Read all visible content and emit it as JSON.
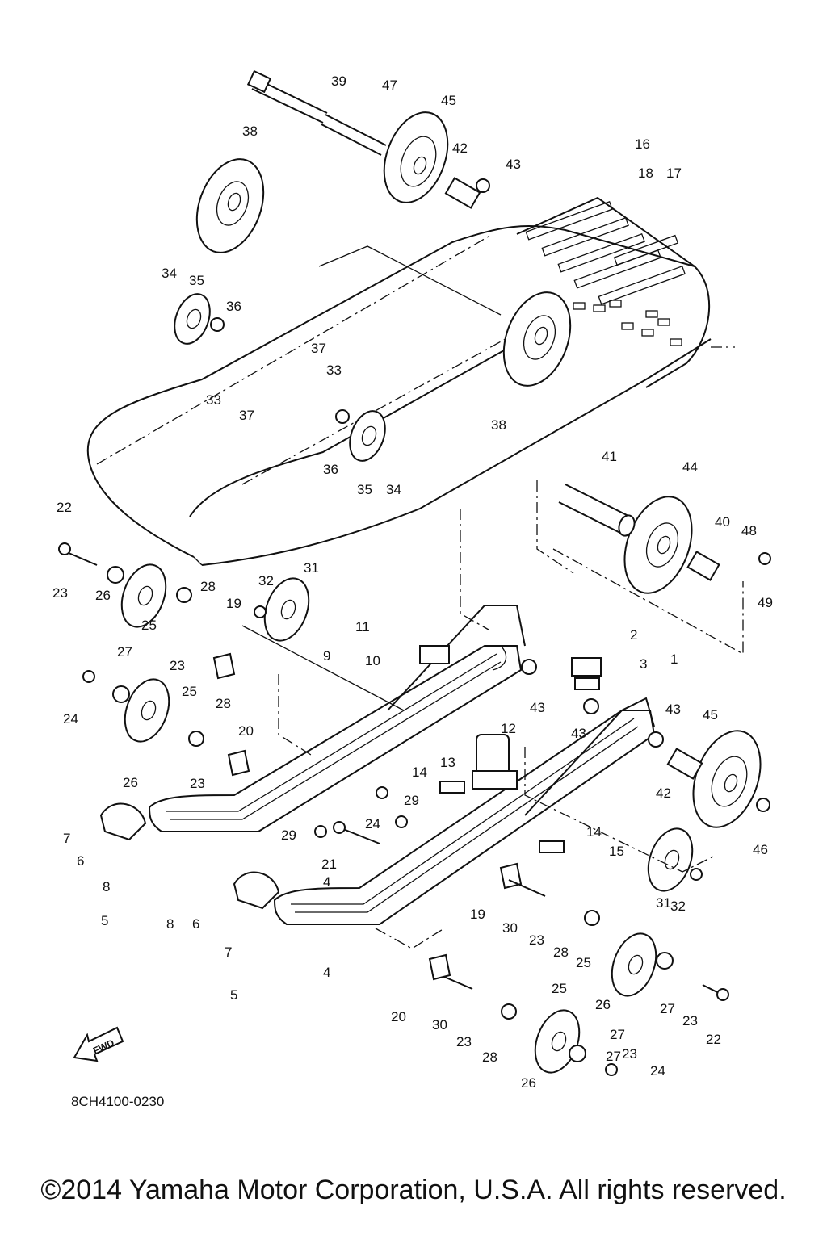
{
  "diagram": {
    "drawing_code": "8CH4100-0230",
    "fwd_label": "FWD",
    "copyright": "©2014 Yamaha Motor Corporation, U.S.A. All rights reserved.",
    "callouts": [
      "1",
      "2",
      "3",
      "4",
      "4",
      "5",
      "5",
      "6",
      "6",
      "7",
      "7",
      "8",
      "8",
      "9",
      "10",
      "11",
      "12",
      "13",
      "14",
      "14",
      "15",
      "16",
      "17",
      "18",
      "19",
      "19",
      "20",
      "20",
      "21",
      "22",
      "22",
      "23",
      "23",
      "23",
      "23",
      "23",
      "23",
      "23",
      "24",
      "24",
      "24",
      "25",
      "25",
      "25",
      "25",
      "26",
      "26",
      "26",
      "26",
      "27",
      "27",
      "27",
      "27",
      "28",
      "28",
      "28",
      "28",
      "29",
      "29",
      "30",
      "30",
      "31",
      "31",
      "32",
      "32",
      "33",
      "33",
      "34",
      "34",
      "35",
      "35",
      "36",
      "36",
      "37",
      "37",
      "38",
      "38",
      "39",
      "40",
      "41",
      "42",
      "42",
      "43",
      "43",
      "43",
      "43",
      "44",
      "45",
      "45",
      "46",
      "47",
      "48",
      "49"
    ]
  }
}
